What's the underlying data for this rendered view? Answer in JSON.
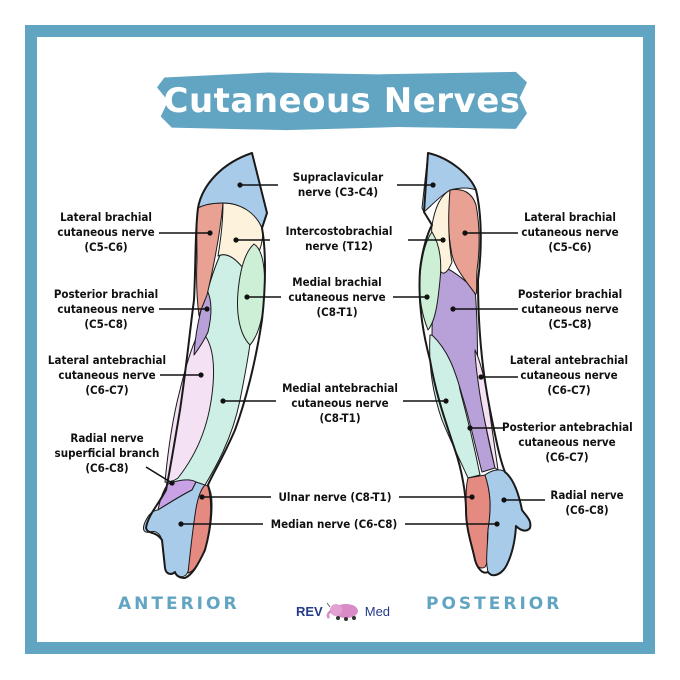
{
  "title": "Cutaneous Nerves",
  "colors": {
    "frame": "#62a5c2",
    "supraclavicular": "#a9cbea",
    "lateral_brachial": "#e8a192",
    "intercostobrachial": "#fdf3dc",
    "medial_brachial": "#ccefd6",
    "posterior_brachial": "#b7a1d8",
    "lateral_antebrachial": "#f4e1f4",
    "medial_antebrachial": "#cdefe6",
    "posterior_antebrachial": "#b7a1d8",
    "radial_superficial": "#c9a2e6",
    "ulnar": "#e58a80",
    "median": "#a9cbea",
    "radial": "#a9cbea"
  },
  "center_labels": {
    "supraclavicular": {
      "line1": "Supraclavicular",
      "line2": "nerve (C3-C4)"
    },
    "intercostobrachial": {
      "line1": "Intercostobrachial",
      "line2": "nerve (T12)"
    },
    "medial_brachial": {
      "line1": "Medial brachial",
      "line2": "cutaneous nerve",
      "line3": "(C8-T1)"
    },
    "medial_antebrachial": {
      "line1": "Medial antebrachial",
      "line2": "cutaneous nerve",
      "line3": "(C8-T1)"
    },
    "ulnar": {
      "line1": "Ulnar nerve (C8-T1)"
    },
    "median": {
      "line1": "Median nerve (C6-C8)"
    }
  },
  "anterior_labels": {
    "lateral_brachial": {
      "line1": "Lateral brachial",
      "line2": "cutaneous nerve",
      "line3": "(C5-C6)"
    },
    "posterior_brachial": {
      "line1": "Posterior brachial",
      "line2": "cutaneous nerve",
      "line3": "(C5-C8)"
    },
    "lateral_antebrachial": {
      "line1": "Lateral antebrachial",
      "line2": "cutaneous nerve",
      "line3": "(C6-C7)"
    },
    "radial_superficial": {
      "line1": "Radial nerve",
      "line2": "superficial branch",
      "line3": "(C6-C8)"
    }
  },
  "posterior_labels": {
    "lateral_brachial": {
      "line1": "Lateral brachial",
      "line2": "cutaneous nerve",
      "line3": "(C5-C6)"
    },
    "posterior_brachial": {
      "line1": "Posterior brachial",
      "line2": "cutaneous nerve",
      "line3": "(C5-C8)"
    },
    "lateral_antebrachial": {
      "line1": "Lateral antebrachial",
      "line2": "cutaneous nerve",
      "line3": "(C6-C7)"
    },
    "posterior_antebrachial": {
      "line1": "Posterior antebrachial",
      "line2": "cutaneous nerve",
      "line3": "(C6-C7)"
    },
    "radial": {
      "line1": "Radial nerve",
      "line2": "(C6-C8)"
    }
  },
  "views": {
    "anterior": "ANTERIOR",
    "posterior": "POSTERIOR"
  },
  "logo": {
    "left": "REV",
    "right": "Med",
    "icon": "elephant-icon"
  }
}
